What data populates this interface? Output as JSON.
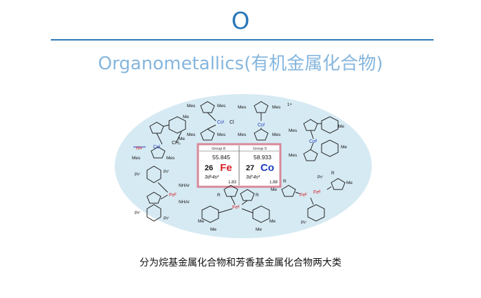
{
  "section": {
    "letter": "O",
    "heading": "Organometallics(有机金属化合物)"
  },
  "figure": {
    "ellipse_color": "#d6eaf3",
    "table_border_color": "#d8889a",
    "fe_color": "#d8232a",
    "co_color": "#1f3fbf",
    "periodic_table": {
      "group_left": "Group 8",
      "group_right": "Group 9",
      "mass_left": "55.845",
      "mass_right": "58.933",
      "number_left": "26",
      "symbol_left": "Fe",
      "number_right": "27",
      "symbol_right": "Co",
      "config_left": "3d⁶4s²",
      "config_right": "3d⁷4s²",
      "en_left": "1.83",
      "en_right": "1.88"
    },
    "labels": {
      "mes": "Mes",
      "me": "Me",
      "cl": "Cl",
      "co_i": "Coᴵ",
      "charge": "1+",
      "pr": "Prⁱ",
      "nhar": "NHAr",
      "fe_ii": "Feᴵᴵ",
      "co_ii": "Coᴵᴵ",
      "r": "R",
      "ch2": "CH₂",
      "n_group": "N≡"
    }
  },
  "caption": "分为烷基金属化合物和芳香基金属化合物两大类"
}
